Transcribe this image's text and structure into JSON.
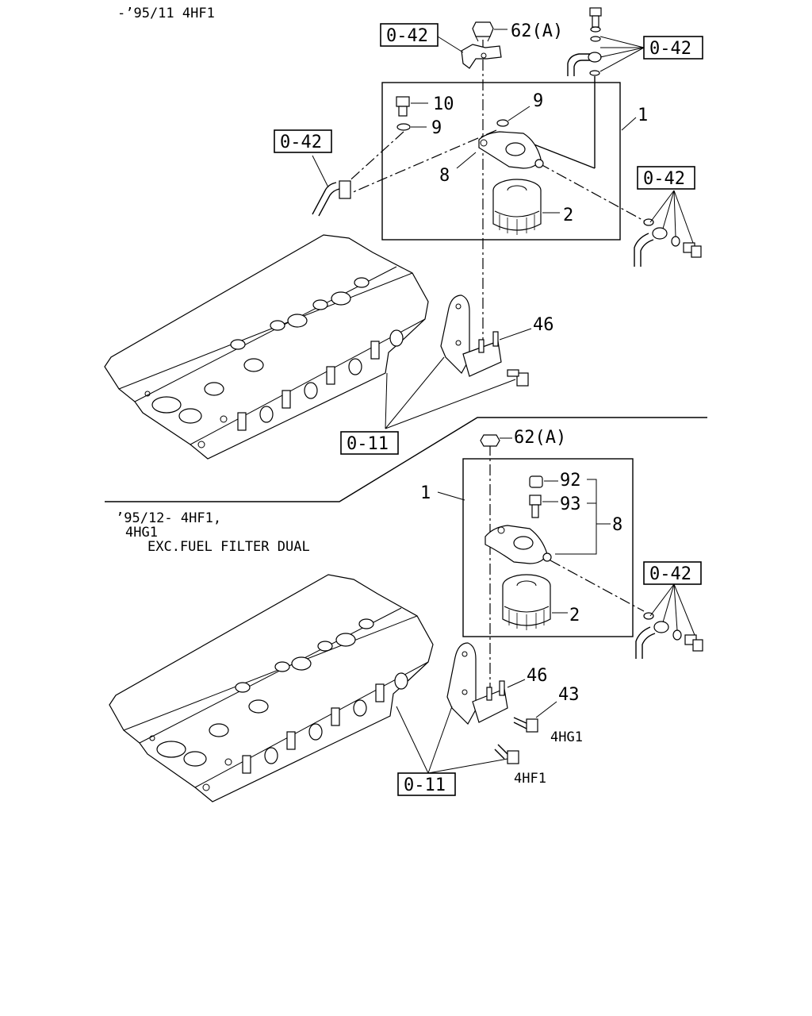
{
  "upper": {
    "heading": "-’95/11 4HF1",
    "callouts": {
      "nut": "62(A)",
      "bolt": "10",
      "washer_a": "9",
      "washer_b": "9",
      "head": "8",
      "assembly": "1",
      "filter": "2",
      "bracket": "46"
    },
    "refs": {
      "top_left": "0-42",
      "top_right": "0-42",
      "left": "0-42",
      "right": "0-42",
      "bottom": "0-11"
    }
  },
  "lower": {
    "heading_line1": "’95/12- 4HF1,",
    "heading_line2": "4HG1",
    "heading_line3": "EXC.FUEL FILTER DUAL",
    "callouts": {
      "nut": "62(A)",
      "cap": "92",
      "valve": "93",
      "head": "8",
      "assembly": "1",
      "filter": "2",
      "bracket": "46",
      "bolt": "43",
      "variant_a": "4HG1",
      "variant_b": "4HF1"
    },
    "refs": {
      "right": "0-42",
      "bottom": "0-11"
    }
  }
}
